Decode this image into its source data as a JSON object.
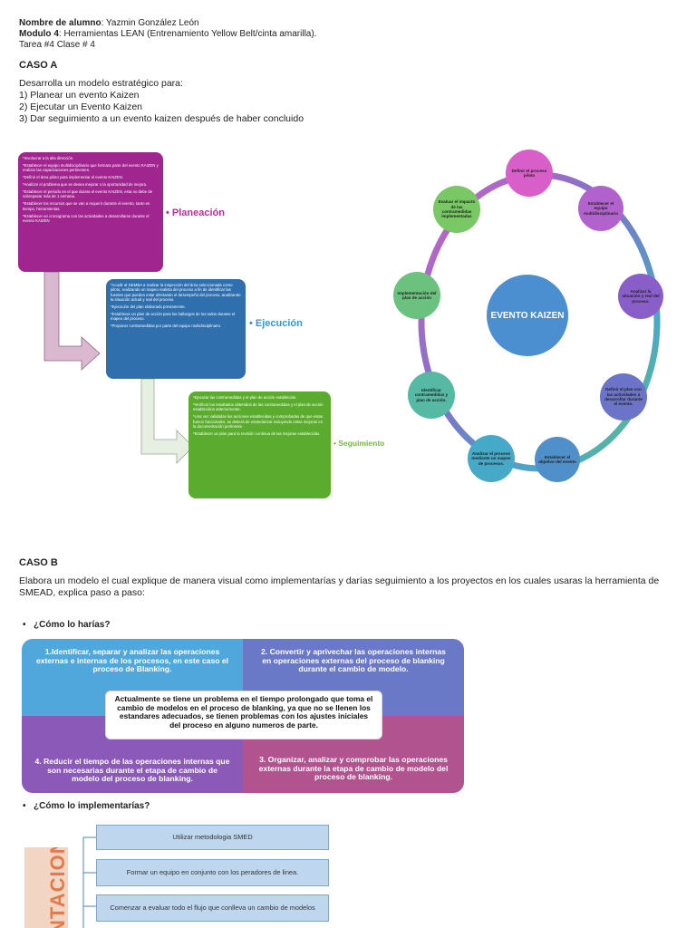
{
  "header": {
    "student_label": "Nombre de alumno",
    "student_value": ": Yazmin González León",
    "module_label": "Modulo 4",
    "module_value": ": Herramientas LEAN (Entrenamiento Yellow Belt/cinta amarilla).",
    "task": "Tarea #4 Clase # 4"
  },
  "caso_a": {
    "title": "CASO A",
    "intro": "Desarrolla un modelo estratégico para:",
    "items": [
      "1) Planear un evento Kaizen",
      "2) Ejecutar un Evento Kaizen",
      "3) Dar seguimiento a un evento kaizen después de haber concluido"
    ]
  },
  "kaizen_phases": {
    "planeacion": {
      "label": "• Planeación",
      "color": "#a0258f",
      "lines": [
        "*Involucrar a la alta dirección.",
        "*Establecer el equipo multidisciplinario que formara parte del evento KAIZEN y realizar las capacitaciones pertinentes.",
        "*Definir el área piloto para implementar el evento KAIZEN.",
        "*Analizar el problema que se desea mejorar o la oportunidad de mejora.",
        "*Establecer el periodo en el que durara el evento KAIZEN, esta no debe de sobrepasar más de 1 semana.",
        "*Establecer los recursos que se van a requerir durante el evento, tanto en tiempo, herramientas.",
        "*Establecer un cronograma con las actividades a desarrollarse durante el evento KAIZEN"
      ]
    },
    "ejecucion": {
      "label": "• Ejecución",
      "color": "#2f6fad",
      "lines": [
        "*Acudir al GEMBA a realizar la inspección del área seleccionada como piloto, realizando un mapeo realista del proceso a fin de identificar las fuentes que pueden estar afectando el desempeño del proceso, analizando la situación actual y real del proceso.",
        "*Ejecución del plan elaborado previamente.",
        "*Establecer un plan de acción para los hallazgos de los todos durante el mapeo del proceso.",
        "*Proponer contramedidas por parte del equipo multidisciplinario."
      ]
    },
    "seguimiento": {
      "label": "• Seguimiento",
      "color": "#5aab2e",
      "lines": [
        "*Ejecutar las contramedidas y el plan de acción establecido.",
        "*Verificar los resultados obtenidos de las contramedidas y el plan de acción establecidos anteriormente.",
        "*Una vez validadas las acciones establecidas y comprobadas de que estas fueron funcionales, se deberá de estandarizar incluyendo estas mejoras en la documentación pertinente.",
        "*Establecer un plan para la revisión continua de las mejoras establecidas."
      ]
    }
  },
  "kaizen_cycle": {
    "center": "EVENTO KAIZEN",
    "nodes": [
      "Definir el proceso piloto",
      "Establecer el equipo multidisciplinario",
      "Analizar la situación y real del proceso.",
      "Definir el plan con las actividades a desarrollar durante el evento.",
      "Establecer el objetivo del evento",
      "Analizar el proceso mediante un mapeo de procesos.",
      "Identificar contramedidas y plan de acción.",
      "Implementación del plan de acción",
      "Evaluar el impacto de las contramedidas implementadas"
    ]
  },
  "caso_b": {
    "title": "CASO B",
    "intro": "Elabora un modelo el cual explique de manera visual como implementarías y darías seguimiento a los proyectos en los cuales usaras la herramienta de SMEAD, explica paso a paso:",
    "q1": "¿Cómo lo harías?",
    "q2": "¿Cómo lo implementarías?"
  },
  "smed_matrix": {
    "q1": "1.Identificar, separar y analizar las operaciones externas e internas de los procesos, en este caso el proceso de Blanking.",
    "q2": "2. Convertir y aprivechar las operaciones internas en operaciones externas del proceso de blanking durante el cambio de modelo.",
    "q3": "4. Reducir el tiempo de las operaciones internas que son necesarias durante el etapa de cambio de modelo del proceso de blanking.",
    "q4": "3. Organizar, analizar y comprobar las operaciones externas durante la etapa de cambio de modelo del proceso de blanking.",
    "center": "Actualmente se tiene un problema en el tiempo prolongado que toma el cambio de modelos en el proceso de blanking, ya que no se llenen los estandares adecuados, se tienen problemas con los ajustes iniciales del proceso en alguno numeros de parte.",
    "colors": {
      "q1": "#4fa7dc",
      "q2": "#6a78c8",
      "q3": "#8b5ab9",
      "q4": "#b0538f"
    }
  },
  "implementation": {
    "side_label": "NTACION",
    "steps": [
      "Utilizar metodologia SMED",
      "Formar un equipo en conjunto con los peradores de linea.",
      "Comenzar a evaluar todo el flujo que conlleva un cambio de modelos"
    ]
  }
}
